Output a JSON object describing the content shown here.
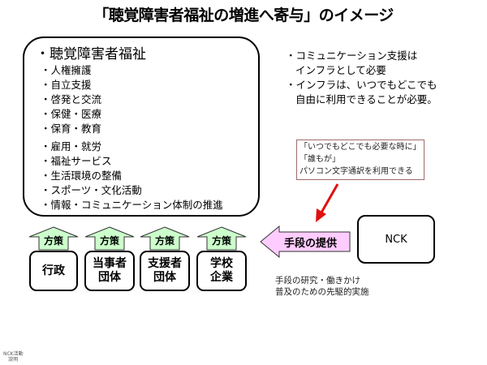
{
  "title": "「聴覚障害者福祉の増進へ寄与」のイメージ",
  "main": {
    "heading": "・聴覚障害者福祉",
    "items": [
      "・人権擁護",
      "・自立支援",
      "・啓発と交流",
      "・保健・医療",
      "・保育・教育",
      "・雇用・就労",
      "・福祉サービス",
      "・生活環境の整備",
      "・スポーツ・文化活動",
      "・情報・コミュニケーション体制の推進"
    ]
  },
  "note": [
    "・コミュニケーション支援は",
    "インフラとして必要",
    "・インフラは、いつでもどこでも",
    "自由に利用できることが必要。"
  ],
  "callout": [
    "「いつでもどこでも必要な時に」",
    "「誰もが」",
    "パソコン文字通訳を利用できる"
  ],
  "policy_label": "方策",
  "orgs": [
    {
      "l1": "行政",
      "l2": ""
    },
    {
      "l1": "当事者",
      "l2": "団体"
    },
    {
      "l1": "支援者",
      "l2": "団体"
    },
    {
      "l1": "学校",
      "l2": "企業"
    }
  ],
  "provide_label": "手段の提供",
  "nck": "NCK",
  "nck_note": [
    "手段の研究・働きかけ",
    "普及のための先駆的実施"
  ],
  "footer": [
    "NCK活動",
    "説明"
  ],
  "colors": {
    "green_arrow": "#ccffcc",
    "pink_arrow": "#ffccff",
    "red_arrow": "#e01010"
  }
}
